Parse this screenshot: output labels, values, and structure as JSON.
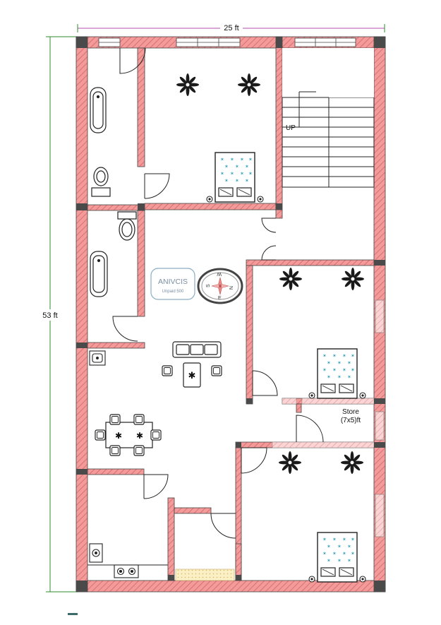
{
  "dimensions": {
    "width_label": "25 ft",
    "height_label": "53 ft"
  },
  "labels": {
    "stair": "UP",
    "store_name": "Store",
    "store_size": "(7x5)ft"
  },
  "watermark": {
    "brand": "ANIVCIS",
    "tag": "Unpaid 500"
  },
  "compass": {
    "n": "N",
    "s": "S",
    "e": "E",
    "w": "W"
  },
  "colors": {
    "wall_fill": "#f28e8e",
    "wall_hatch": "#d96a6a",
    "column": "#4a4a4a",
    "dimension_line": "#2e8b2e",
    "dimension_line_top": "#b04fb0",
    "motif": "#2b9bb5",
    "floor_strip": "#f5e6b0"
  }
}
